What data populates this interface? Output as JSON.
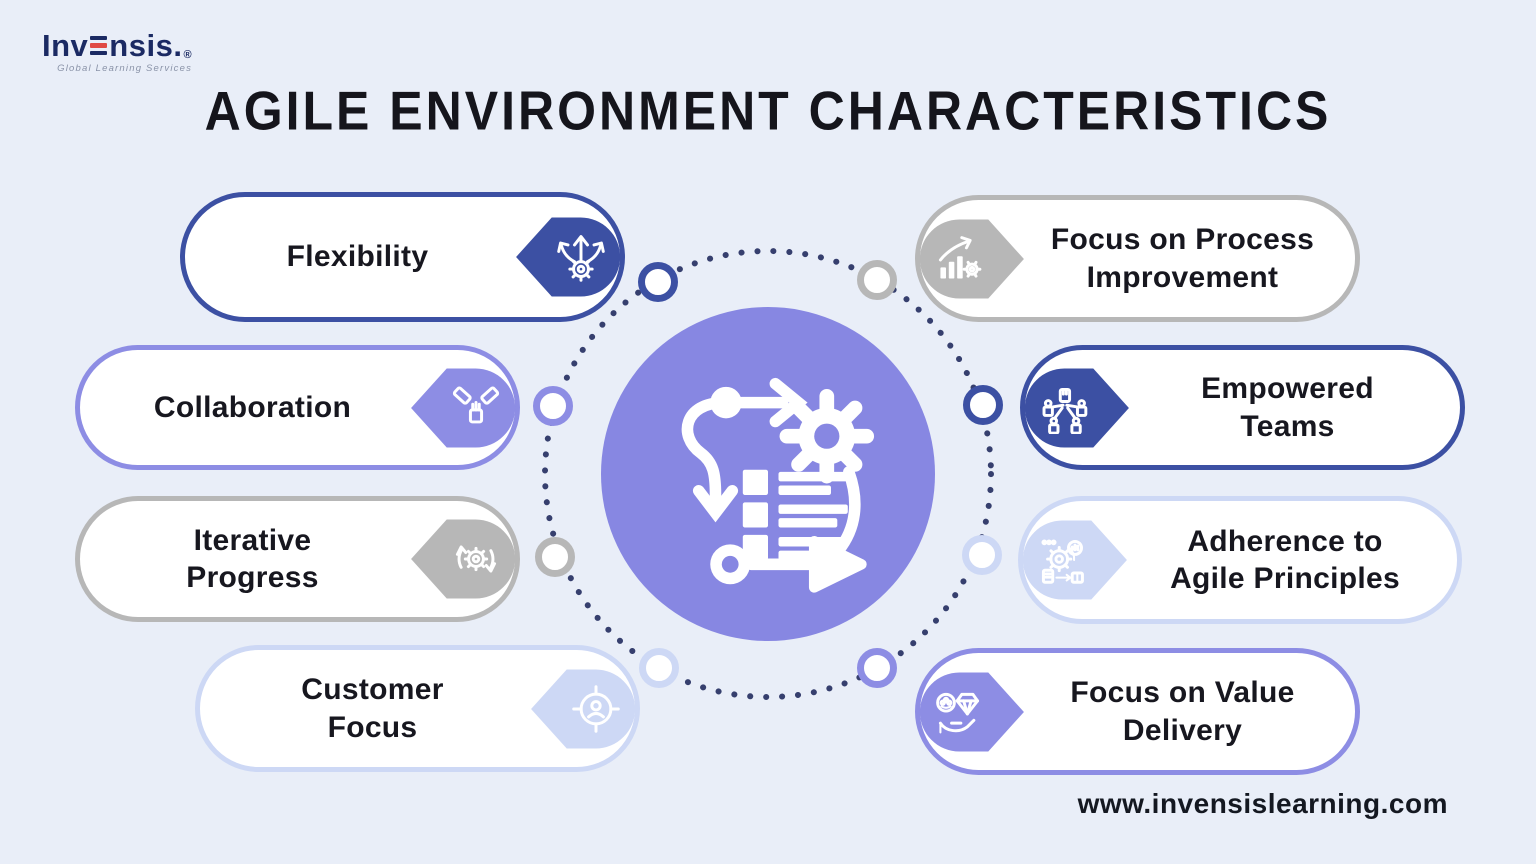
{
  "brand": {
    "name_prefix": "Inv",
    "name_suffix": "nsis",
    "period": ".",
    "registered": "®",
    "tagline": "Global Learning Services"
  },
  "title": "AGILE ENVIRONMENT CHARACTERISTICS",
  "website": "www.invensislearning.com",
  "colors": {
    "background": "#e9eef8",
    "navy": "#3c50a3",
    "purple": "#8d8de4",
    "gray": "#b7b7b7",
    "light": "#cdd8f5",
    "center_circle": "#8787e2",
    "ring_dots": "#363f6e",
    "text": "#17171f",
    "logo_navy": "#1b2a63",
    "logo_red": "#e04a45"
  },
  "center": {
    "icon": "agile-sprint-cycle-icon"
  },
  "characteristics": [
    {
      "label": "Flexibility",
      "theme": "navy",
      "side": "left",
      "icon": "flexibility-icon"
    },
    {
      "label": "Collaboration",
      "theme": "purple",
      "side": "left",
      "icon": "collaboration-hands-icon"
    },
    {
      "label": "Iterative\nProgress",
      "theme": "gray",
      "side": "left",
      "icon": "iterative-cycle-gear-icon"
    },
    {
      "label": "Customer\nFocus",
      "theme": "light",
      "side": "left",
      "icon": "customer-target-icon"
    },
    {
      "label": "Focus on Process\nImprovement",
      "theme": "gray",
      "side": "right",
      "icon": "process-improvement-chart-icon"
    },
    {
      "label": "Empowered\nTeams",
      "theme": "navy",
      "side": "right",
      "icon": "empowered-teams-icon"
    },
    {
      "label": "Adherence to\nAgile Principles",
      "theme": "light",
      "side": "right",
      "icon": "agile-principles-gear-icon"
    },
    {
      "label": "Focus on Value\nDelivery",
      "theme": "purple",
      "side": "right",
      "icon": "value-delivery-hand-diamond-icon"
    }
  ]
}
